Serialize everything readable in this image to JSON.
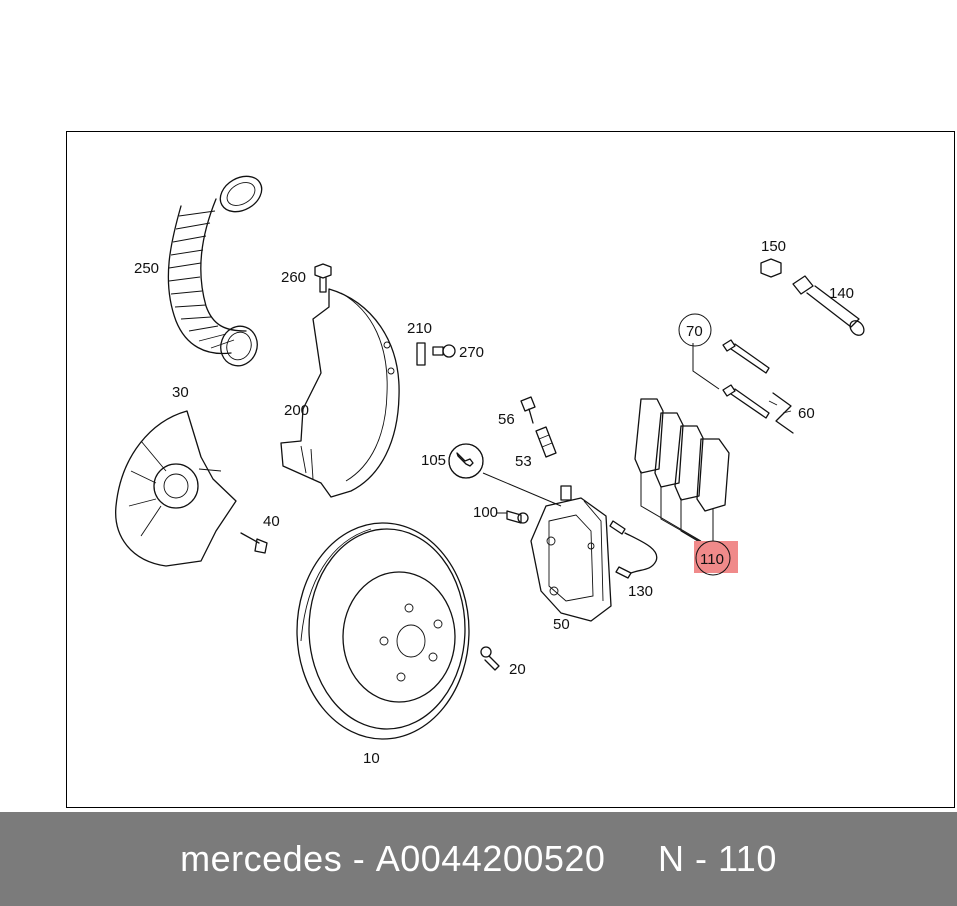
{
  "colors": {
    "background": "#ffffff",
    "caption_bar": "#7b7b7b",
    "caption_text": "#ffffff",
    "highlight": "#f08a8a"
  },
  "caption": {
    "brand": "mercedes",
    "separator": "-",
    "part_number": "A0044200520",
    "position_label": "N - 110"
  },
  "diagram": {
    "labels": {
      "p250": "250",
      "p260": "260",
      "p210": "210",
      "p270": "270",
      "p200": "200",
      "p30": "30",
      "p40": "40",
      "p10": "10",
      "p20": "20",
      "p105": "105",
      "p100": "100",
      "p56": "56",
      "p53": "53",
      "p50": "50",
      "p130": "130",
      "p150": "150",
      "p140": "140",
      "p70": "70",
      "p60": "60",
      "p110": "110"
    },
    "highlighted_part": "110"
  }
}
